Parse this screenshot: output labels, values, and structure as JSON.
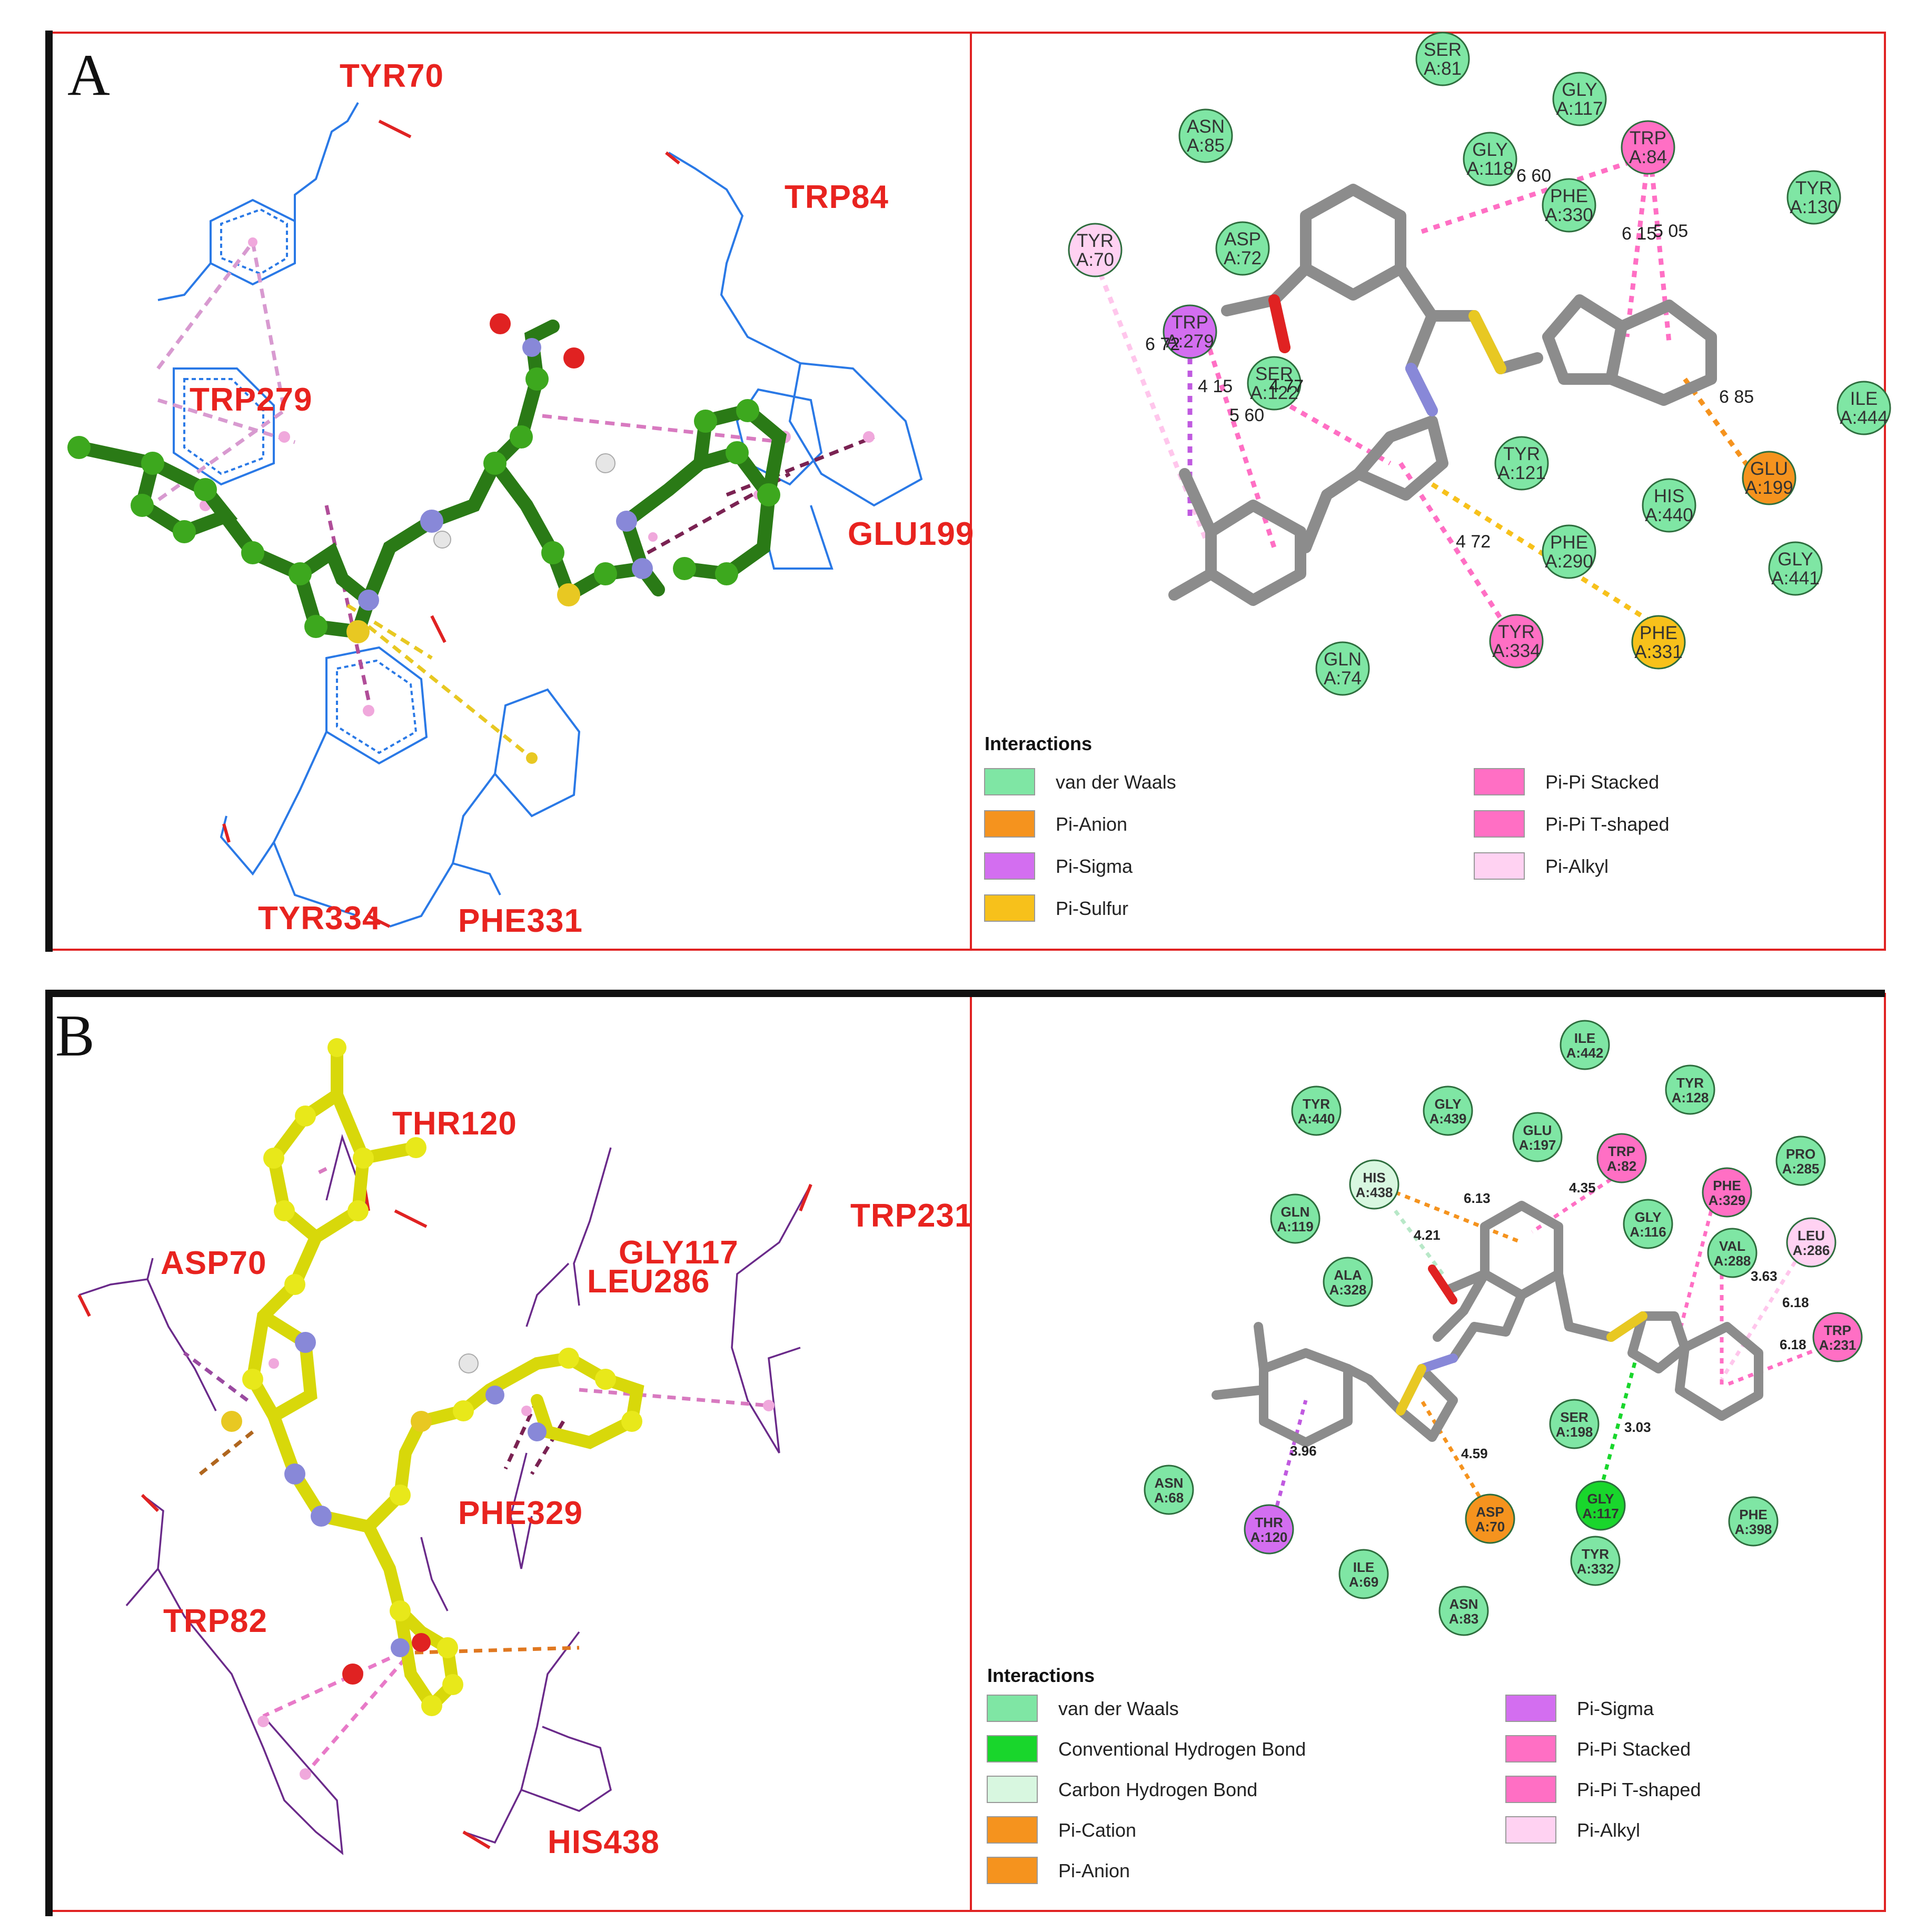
{
  "panels": [
    {
      "letter": "A",
      "labels3d": [
        "TYR70",
        "TRP84",
        "TRP279",
        "GLU199",
        "TYR334",
        "PHE331"
      ],
      "residues": [
        {
          "line1": "SER",
          "line2": "A:81",
          "color": "#7fe6a4"
        },
        {
          "line1": "GLY",
          "line2": "A:117",
          "color": "#7fe6a4"
        },
        {
          "line1": "ASN",
          "line2": "A:85",
          "color": "#7fe6a4"
        },
        {
          "line1": "GLY",
          "line2": "A:118",
          "color": "#7fe6a4"
        },
        {
          "line1": "TRP",
          "line2": "A:84",
          "color": "#ff6fc4"
        },
        {
          "line1": "PHE",
          "line2": "A:330",
          "color": "#7fe6a4"
        },
        {
          "line1": "TYR",
          "line2": "A:130",
          "color": "#7fe6a4"
        },
        {
          "line1": "TYR",
          "line2": "A:70",
          "color": "#ffd2f2"
        },
        {
          "line1": "ASP",
          "line2": "A:72",
          "color": "#7fe6a4"
        },
        {
          "line1": "TRP",
          "line2": "A:279",
          "color": "#d36ef0"
        },
        {
          "line1": "SER",
          "line2": "A:122",
          "color": "#7fe6a4"
        },
        {
          "line1": "ILE",
          "line2": "A:444",
          "color": "#7fe6a4"
        },
        {
          "line1": "TYR",
          "line2": "A:121",
          "color": "#7fe6a4"
        },
        {
          "line1": "GLU",
          "line2": "A:199",
          "color": "#f5931e"
        },
        {
          "line1": "HIS",
          "line2": "A:440",
          "color": "#7fe6a4"
        },
        {
          "line1": "PHE",
          "line2": "A:290",
          "color": "#7fe6a4"
        },
        {
          "line1": "GLY",
          "line2": "A:441",
          "color": "#7fe6a4"
        },
        {
          "line1": "TYR",
          "line2": "A:334",
          "color": "#ff6fc4"
        },
        {
          "line1": "PHE",
          "line2": "A:331",
          "color": "#f7c11b"
        },
        {
          "line1": "GLN",
          "line2": "A:74",
          "color": "#7fe6a4"
        }
      ],
      "distances": [
        "6 60",
        "6 15",
        "5 05",
        "6 72",
        "4 15",
        "5 60",
        "4 77",
        "6 85",
        "4 72"
      ],
      "legend": {
        "title": "Interactions",
        "items": [
          {
            "label": "van der Waals",
            "color": "#7fe6a4"
          },
          {
            "label": "Pi-Anion",
            "color": "#f5931e"
          },
          {
            "label": "Pi-Sigma",
            "color": "#d36ef0"
          },
          {
            "label": "Pi-Sulfur",
            "color": "#f7c11b"
          },
          {
            "label": "Pi-Pi Stacked",
            "color": "#ff6fc4"
          },
          {
            "label": "Pi-Pi T-shaped",
            "color": "#ff6fc4"
          },
          {
            "label": "Pi-Alkyl",
            "color": "#ffd2f2"
          }
        ]
      }
    },
    {
      "letter": "B",
      "labels3d": [
        "THR120",
        "ASP70",
        "GLY117",
        "LEU286",
        "TRP231",
        "PHE329",
        "TRP82",
        "HIS438"
      ],
      "residues": [
        {
          "line1": "ILE",
          "line2": "A:442",
          "color": "#7fe6a4"
        },
        {
          "line1": "TYR",
          "line2": "A:440",
          "color": "#7fe6a4"
        },
        {
          "line1": "GLY",
          "line2": "A:439",
          "color": "#7fe6a4"
        },
        {
          "line1": "TYR",
          "line2": "A:128",
          "color": "#7fe6a4"
        },
        {
          "line1": "GLU",
          "line2": "A:197",
          "color": "#7fe6a4"
        },
        {
          "line1": "TRP",
          "line2": "A:82",
          "color": "#ff6fc4"
        },
        {
          "line1": "PRO",
          "line2": "A:285",
          "color": "#7fe6a4"
        },
        {
          "line1": "HIS",
          "line2": "A:438",
          "color": "#d8f7e0"
        },
        {
          "line1": "PHE",
          "line2": "A:329",
          "color": "#ff6fc4"
        },
        {
          "line1": "GLN",
          "line2": "A:119",
          "color": "#7fe6a4"
        },
        {
          "line1": "GLY",
          "line2": "A:116",
          "color": "#7fe6a4"
        },
        {
          "line1": "VAL",
          "line2": "A:288",
          "color": "#7fe6a4"
        },
        {
          "line1": "LEU",
          "line2": "A:286",
          "color": "#ffd2f2"
        },
        {
          "line1": "ALA",
          "line2": "A:328",
          "color": "#7fe6a4"
        },
        {
          "line1": "TRP",
          "line2": "A:231",
          "color": "#ff6fc4"
        },
        {
          "line1": "SER",
          "line2": "A:198",
          "color": "#7fe6a4"
        },
        {
          "line1": "ASN",
          "line2": "A:68",
          "color": "#7fe6a4"
        },
        {
          "line1": "GLY",
          "line2": "A:117",
          "color": "#19d62c"
        },
        {
          "line1": "PHE",
          "line2": "A:398",
          "color": "#7fe6a4"
        },
        {
          "line1": "THR",
          "line2": "A:120",
          "color": "#d36ef0"
        },
        {
          "line1": "ASP",
          "line2": "A:70",
          "color": "#f5931e"
        },
        {
          "line1": "TYR",
          "line2": "A:332",
          "color": "#7fe6a4"
        },
        {
          "line1": "ILE",
          "line2": "A:69",
          "color": "#7fe6a4"
        },
        {
          "line1": "ASN",
          "line2": "A:83",
          "color": "#7fe6a4"
        }
      ],
      "distances": [
        "6.13",
        "4.35",
        "4.21",
        "3.63",
        "6.18",
        "6.18",
        "3.96",
        "4.59",
        "3.03"
      ],
      "legend": {
        "title": "Interactions",
        "items": [
          {
            "label": "van der Waals",
            "color": "#7fe6a4"
          },
          {
            "label": "Conventional Hydrogen Bond",
            "color": "#19d62c"
          },
          {
            "label": "Carbon Hydrogen Bond",
            "color": "#d8f7e0"
          },
          {
            "label": "Pi-Cation",
            "color": "#f5931e"
          },
          {
            "label": "Pi-Anion",
            "color": "#f5931e"
          },
          {
            "label": "Pi-Sigma",
            "color": "#d36ef0"
          },
          {
            "label": "Pi-Pi Stacked",
            "color": "#ff6fc4"
          },
          {
            "label": "Pi-Pi T-shaped",
            "color": "#ff6fc4"
          },
          {
            "label": "Pi-Alkyl",
            "color": "#ffd2f2"
          }
        ]
      }
    }
  ]
}
